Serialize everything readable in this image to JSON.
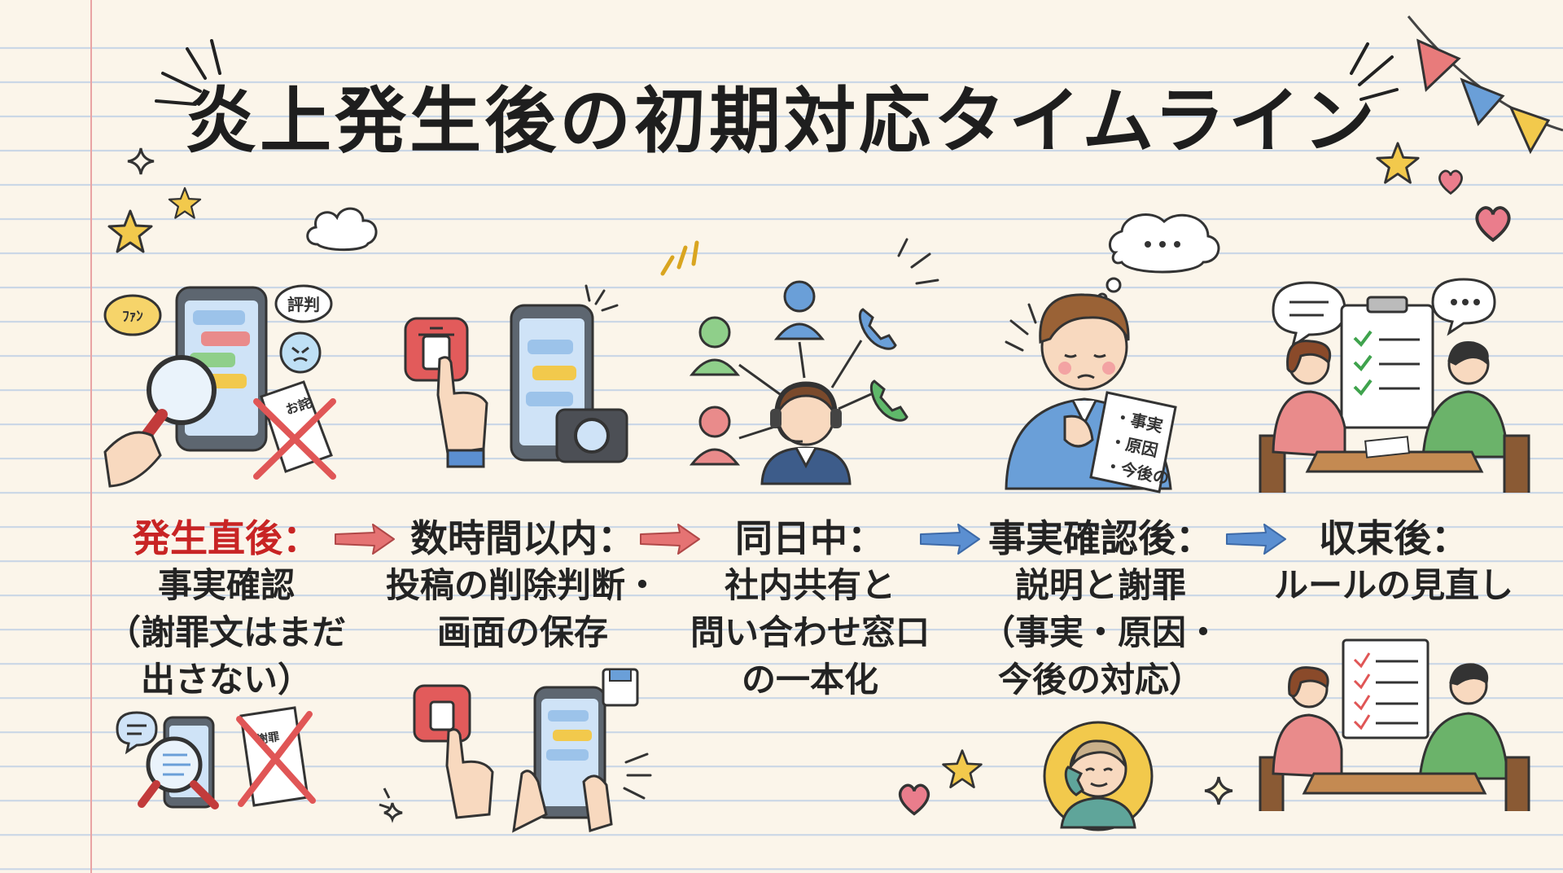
{
  "title": "炎上発生後の初期対応タイムライン",
  "steps": [
    {
      "heading": "発生直後：",
      "heading_color": "#c82424",
      "lines": [
        "事実確認",
        "（謝罪文はまだ",
        "出さない）"
      ]
    },
    {
      "heading": "数時間以内：",
      "heading_color": "#232323",
      "lines": [
        "投稿の削除判断・",
        "画面の保存"
      ]
    },
    {
      "heading": "同日中：",
      "heading_color": "#232323",
      "lines": [
        "社内共有と",
        "問い合わせ窓口",
        "の一本化"
      ]
    },
    {
      "heading": "事実確認後：",
      "heading_color": "#232323",
      "lines": [
        "説明と謝罪",
        "（事実・原因・",
        "今後の対応）"
      ]
    },
    {
      "heading": "収束後：",
      "heading_color": "#232323",
      "lines": [
        "ルールの見直し"
      ]
    }
  ],
  "arrows": [
    {
      "color": "#e57373"
    },
    {
      "color": "#e57373"
    },
    {
      "color": "#5b8fd1"
    },
    {
      "color": "#5b8fd1"
    }
  ],
  "illustration_labels": {
    "bubble_hyouban": "評判",
    "bubble_left": "ﾌｧﾝ",
    "paper_owabi": "お詫",
    "paper_shazai": "謝罪",
    "clipboard_lines": [
      "・事実",
      "・原因",
      "・今後の"
    ]
  }
}
